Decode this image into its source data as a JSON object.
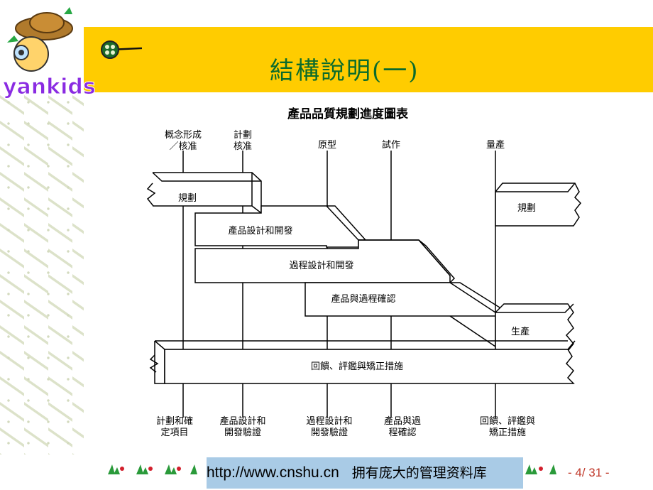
{
  "logo": {
    "text": "yankids"
  },
  "slide": {
    "title": "結構說明(一)"
  },
  "diagram": {
    "title": "產品品質規劃進度圖表",
    "phases": [
      {
        "lines": [
          "概念形成",
          "／核准"
        ]
      },
      {
        "lines": [
          "計劃",
          "核准"
        ]
      },
      {
        "lines": [
          "原型"
        ]
      },
      {
        "lines": [
          "試作"
        ]
      },
      {
        "lines": [
          "量產"
        ]
      }
    ],
    "bars": [
      {
        "label": "規劃"
      },
      {
        "label": "產品設計和開發"
      },
      {
        "label": "過程設計和開發"
      },
      {
        "label": "產品與過程確認"
      },
      {
        "label": "規劃"
      },
      {
        "label": "生產"
      },
      {
        "label": "回饋、評鑑與矯正措施"
      }
    ],
    "stages": [
      {
        "lines": [
          "計劃和確",
          "定項目"
        ]
      },
      {
        "lines": [
          "產品設計和",
          "開發驗證"
        ]
      },
      {
        "lines": [
          "過程設計和",
          "開發驗證"
        ]
      },
      {
        "lines": [
          "產品與過",
          "程確認"
        ]
      },
      {
        "lines": [
          "回饋、評鑑與",
          "矯正措施"
        ]
      }
    ]
  },
  "footer": {
    "url": "http://www.cnshu.cn",
    "tagline": "拥有庞大的管理资料库",
    "page": "- 4/ 31 -"
  },
  "colors": {
    "band": "#ffcc00",
    "title": "#0a6b2c",
    "footer_bg": "#a9cbe6",
    "page_num": "#c0392b"
  }
}
